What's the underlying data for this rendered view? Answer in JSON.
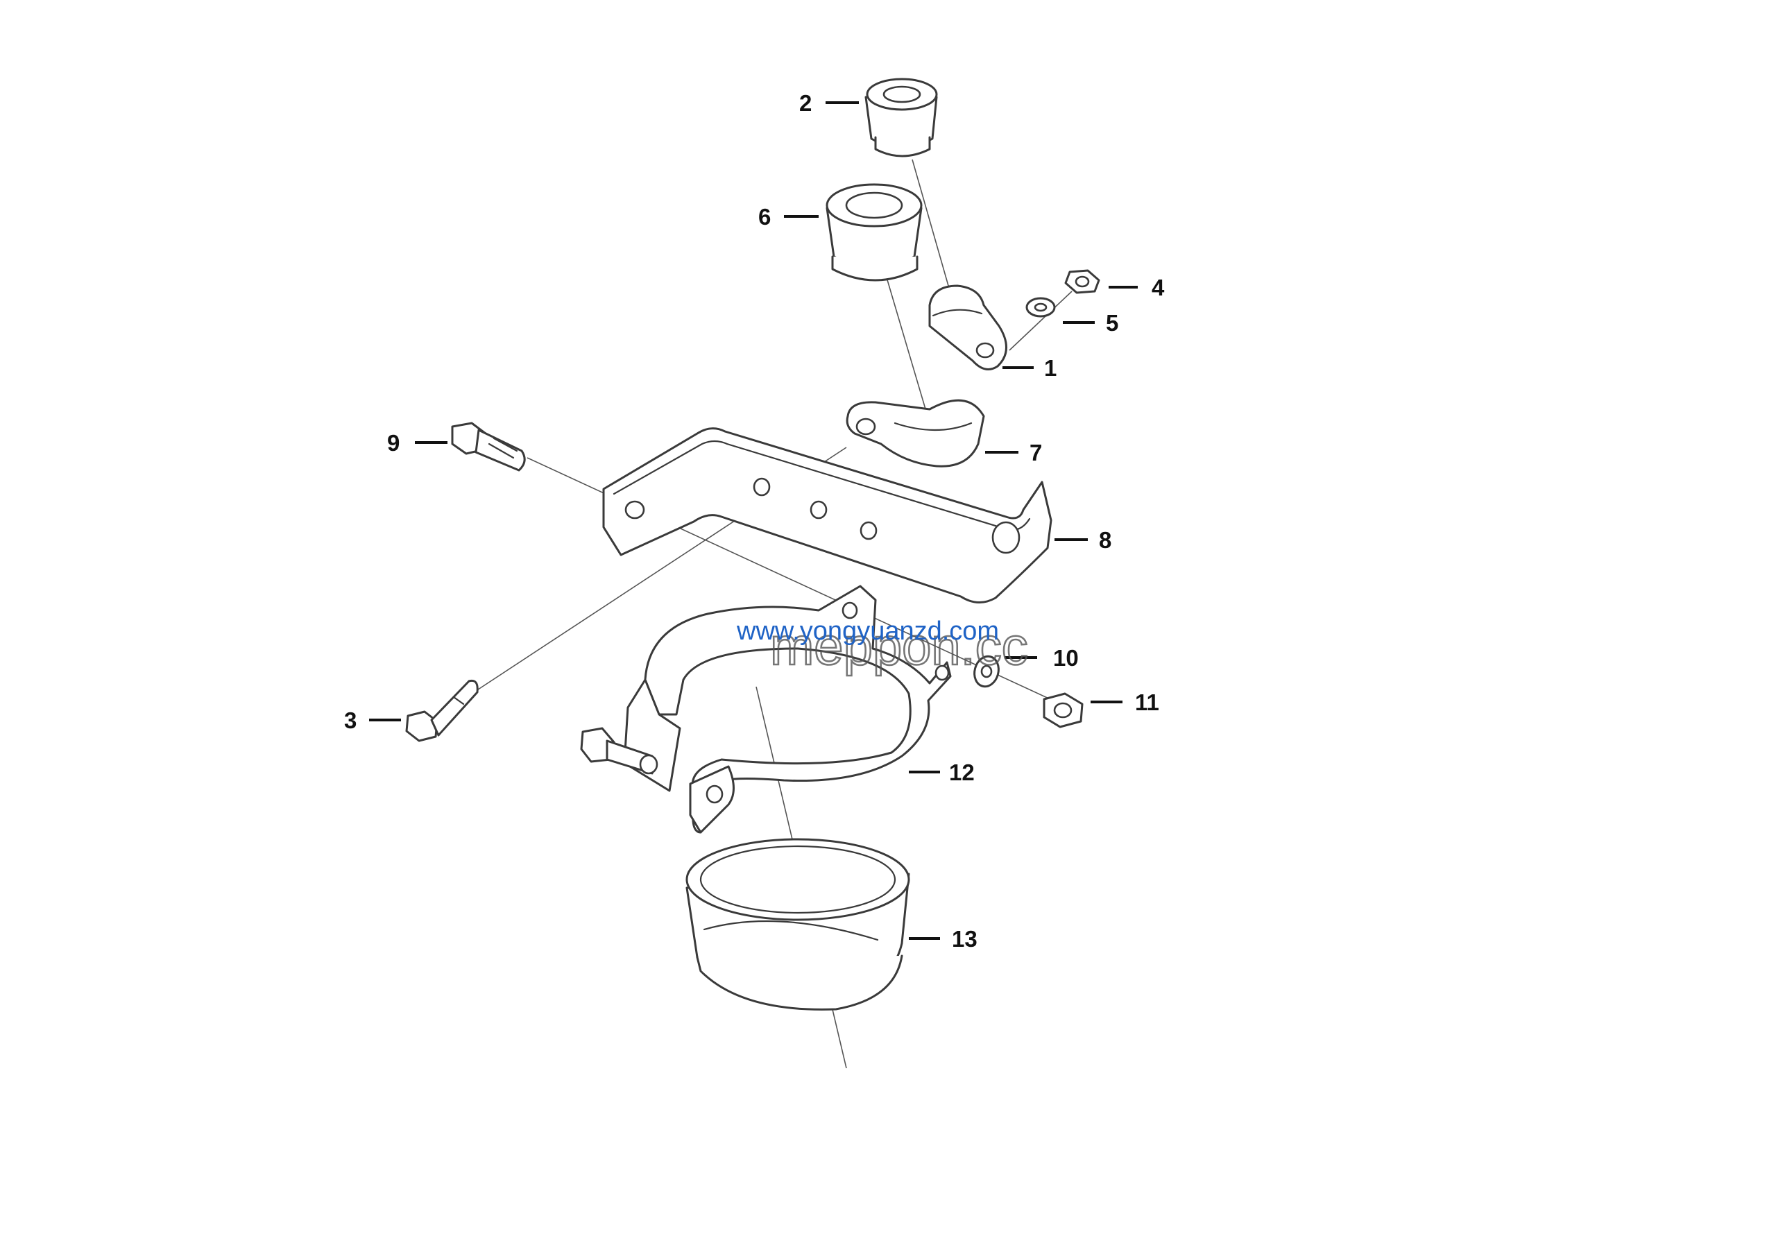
{
  "diagram": {
    "callouts": {
      "c1": "1",
      "c2": "2",
      "c3": "3",
      "c4": "4",
      "c5": "5",
      "c6": "6",
      "c7": "7",
      "c8": "8",
      "c9": "9",
      "c10": "10",
      "c11": "11",
      "c12": "12",
      "c13": "13"
    },
    "watermark": {
      "url": "www.yongyuanzd.com",
      "logo": "meppon.cc"
    }
  }
}
